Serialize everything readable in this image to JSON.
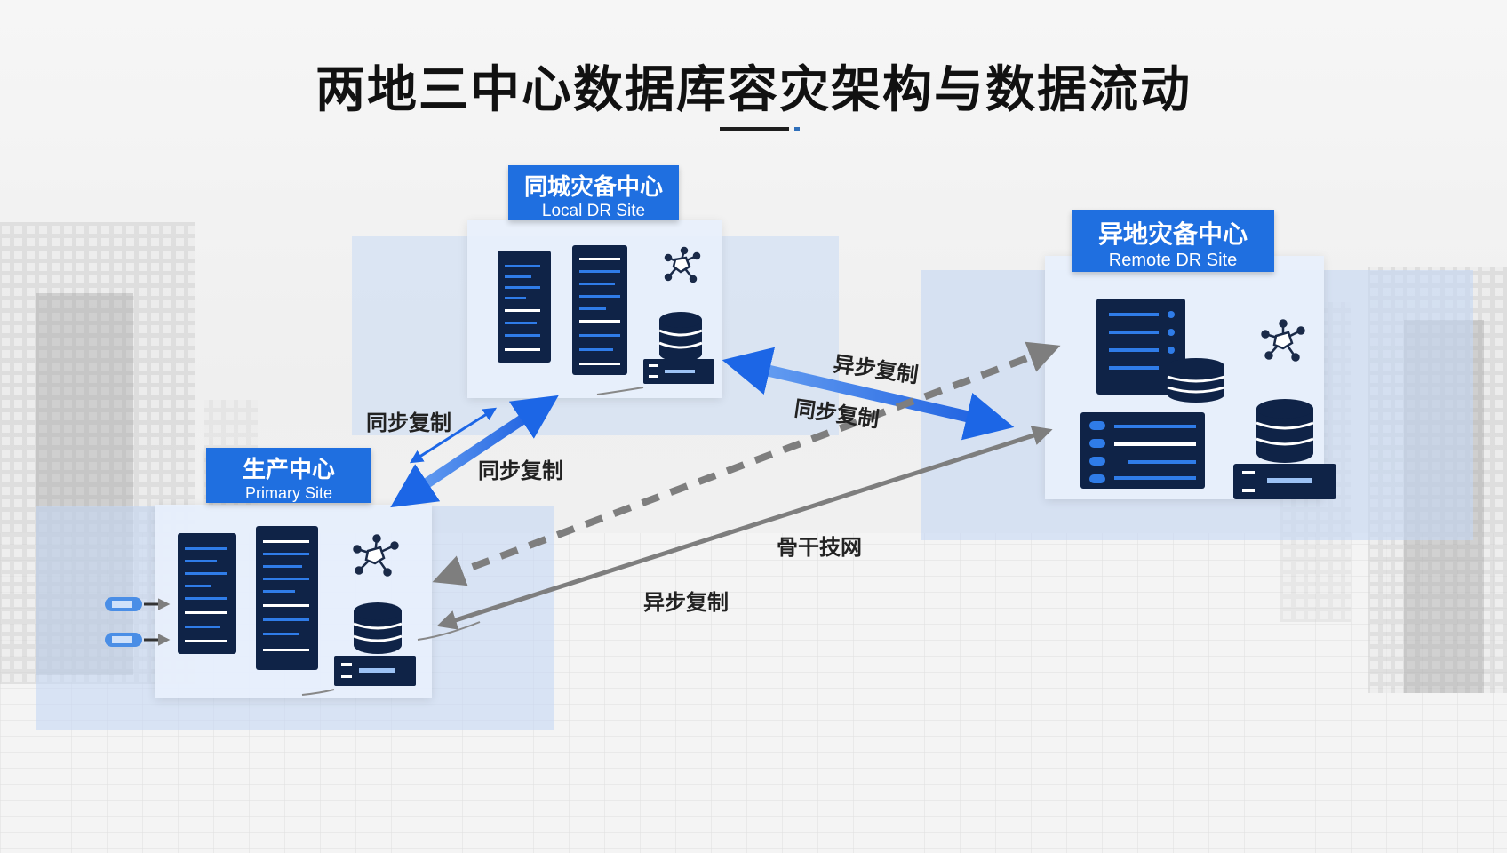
{
  "title": "两地三中心数据库容灾架构与数据流动",
  "sites": {
    "local": {
      "name_cn": "同城灾备中心",
      "name_en": "Local DR Site"
    },
    "remote": {
      "name_cn": "异地灾备中心",
      "name_en": "Remote DR Site"
    },
    "primary": {
      "name_cn": "生产中心",
      "name_en": "Primary Site"
    }
  },
  "edges": {
    "sync_left": "同步复制",
    "sync_center": "同步复制",
    "async_upper": "异步复制",
    "sync_right": "同步复制",
    "network": "骨干技网",
    "async_lower": "异步复制"
  },
  "colors": {
    "accent": "#1f6fe0",
    "arrow_blue": "#1c66e6",
    "arrow_gray": "#7e7e7e",
    "server_dark": "#0f2347",
    "panel": "#e8f0fc"
  },
  "icons": [
    "server-rack-icon",
    "network-hub-icon",
    "database-icon",
    "storage-device-icon",
    "client-node-icon"
  ]
}
